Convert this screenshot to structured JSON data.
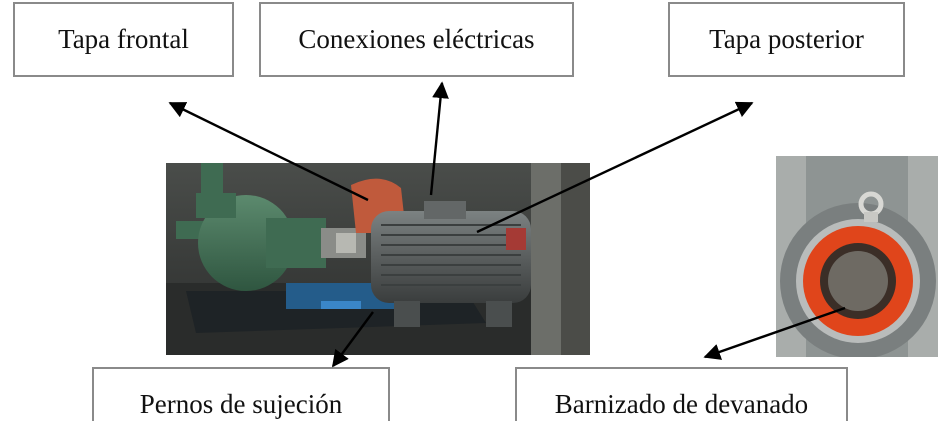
{
  "labels": {
    "tapa_frontal": "Tapa frontal",
    "conexiones": "Conexiones eléctricas",
    "tapa_posterior": "Tapa posterior",
    "pernos": "Pernos de sujeción",
    "barnizado": "Barnizado de devanado"
  },
  "colors": {
    "box_border": "#8a8a8a",
    "arrow": "#000000",
    "motor": "#5a5e5e",
    "pump": "#3f6b52",
    "winding": "#e0451b",
    "base": "#245c8a"
  }
}
